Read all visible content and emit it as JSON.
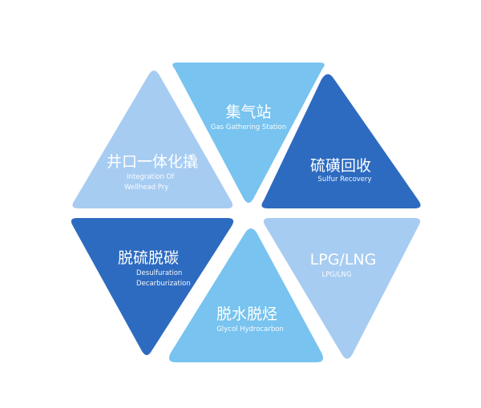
{
  "segments": [
    {
      "id": "gas-gathering",
      "zh": "集气站",
      "en": "Gas Gathering Station",
      "color": "#78c3ef"
    },
    {
      "id": "sulfur-recovery",
      "zh": "硫磺回收",
      "en": "Sulfur Recovery",
      "color": "#2d6bc0"
    },
    {
      "id": "lpg-lng",
      "zh": "LPG/LNG",
      "en": "LPG/LNG",
      "color": "#a7ccf2"
    },
    {
      "id": "glycol-hydrocarbon",
      "zh": "脱水脱烃",
      "en": "Glycol Hydrocarbon",
      "color": "#78c3ef"
    },
    {
      "id": "desulfuration",
      "zh": "脱硫脱碳",
      "en1": "Desulfuration",
      "en2": "Decarburization",
      "color": "#2d6bc0"
    },
    {
      "id": "wellhead-pry",
      "zh": "井口一体化撬",
      "en1": "Integration Of",
      "en2": "Wellhead Pry",
      "color": "#a7ccf2"
    }
  ]
}
